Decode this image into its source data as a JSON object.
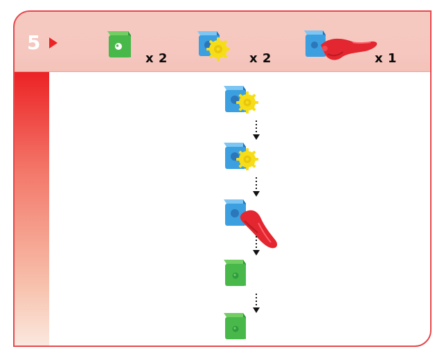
{
  "step": {
    "number": "5"
  },
  "parts": [
    {
      "name": "green-cube",
      "count": "x 2"
    },
    {
      "name": "blue-cube-with-yellow-gear",
      "count": "x 2"
    },
    {
      "name": "blue-cube-with-red-tail",
      "count": "x 1"
    }
  ],
  "assembly_sequence": [
    "blue-cube-with-yellow-gear",
    "blue-cube-with-yellow-gear",
    "blue-cube-with-red-tail",
    "green-cube",
    "green-cube"
  ],
  "colors": {
    "accent": "#ec2225",
    "header_fill": "#f5c8c0",
    "border": "#e6474c",
    "green_cube": "#49b84a",
    "blue_cube": "#3b9fe0",
    "yellow_gear": "#f6dd17",
    "red_tail": "#e3262f",
    "text": "#0b0b0b"
  }
}
